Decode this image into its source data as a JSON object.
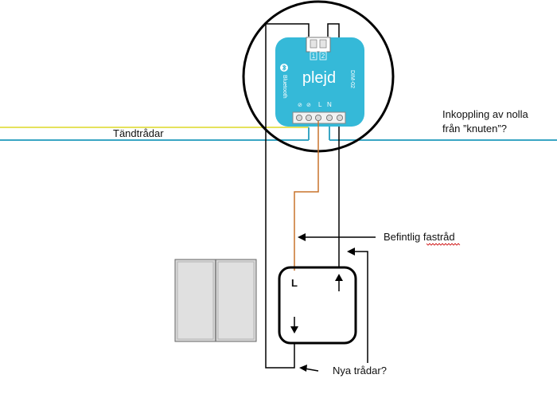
{
  "labels": {
    "tandtradar": "Tändtrådar",
    "inkoppling_line1": "Inkoppling av nolla",
    "inkoppling_line2": "från ”knuten”?",
    "befintlig": "Befintlig fastråd",
    "nya_tradar": "Nya trådar?"
  },
  "module": {
    "brand": "plejd",
    "model": "DIM-02",
    "bluetooth": "Bluetooth",
    "terminal_labels": [
      "1",
      "2"
    ],
    "bottom_terminals": [
      "L",
      "N"
    ]
  },
  "switch_box": {
    "terminal_label": "L"
  },
  "colors": {
    "module_blue": "#35b9d8",
    "yellow_wire": "#e5e25c",
    "blue_wire": "#3aa6c4",
    "orange_wire": "#c8742c",
    "wall_switch": "#d8d8d8"
  },
  "icons": [
    "bluetooth-icon",
    "arrow-left-icon",
    "arrow-up-icon",
    "arrow-down-icon"
  ]
}
